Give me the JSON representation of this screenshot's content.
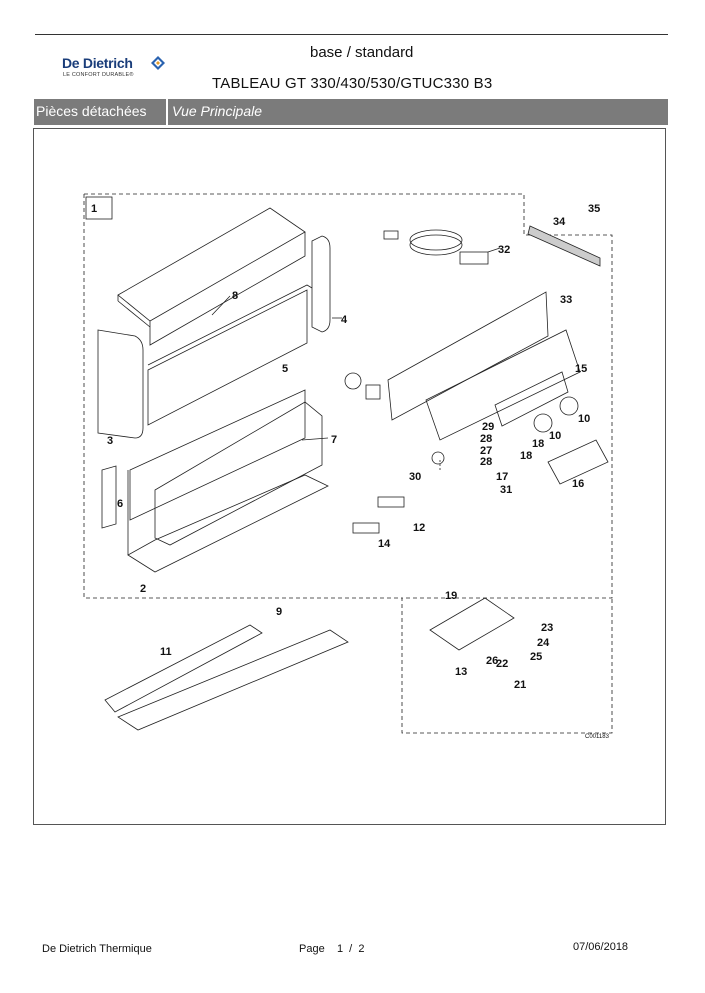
{
  "header": {
    "brand": "De Dietrich",
    "brand_tagline": "LE CONFORT DURABLE®",
    "subtitle": "base / standard",
    "title": "TABLEAU GT 330/430/530/GTUC330  B3"
  },
  "section_bar": {
    "left_label": "Pièces détachées",
    "right_label": "Vue Principale",
    "color": "#7b7b7b"
  },
  "diagram": {
    "drawing_code": "C001183",
    "callouts": [
      "1",
      "2",
      "3",
      "4",
      "5",
      "6",
      "7",
      "8",
      "9",
      "10",
      "10",
      "11",
      "12",
      "13",
      "14",
      "15",
      "16",
      "17",
      "18",
      "18",
      "19",
      "21",
      "22",
      "23",
      "24",
      "25",
      "26",
      "27",
      "28",
      "28",
      "29",
      "30",
      "31",
      "32",
      "33",
      "34",
      "35"
    ]
  },
  "footer": {
    "company": "De Dietrich Thermique",
    "page_label": "Page",
    "page_number": "1",
    "page_total": "2",
    "date": "07/06/2018"
  }
}
